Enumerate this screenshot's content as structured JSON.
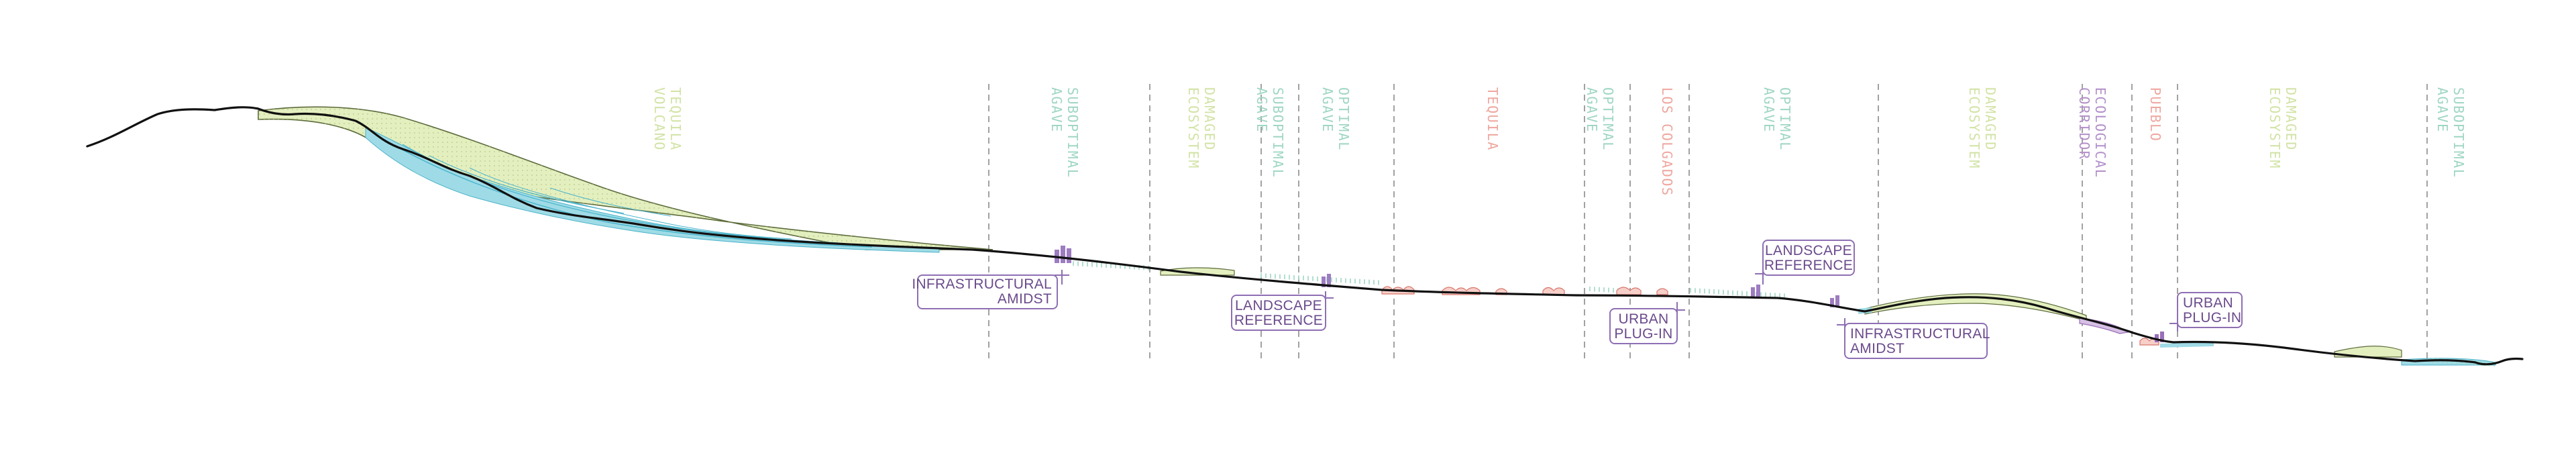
{
  "zones": [
    {
      "id": "tequila-volcano",
      "lines": [
        "TEQUILA",
        "VOLCANO"
      ],
      "type": "eco"
    },
    {
      "id": "suboptimal-agave-1",
      "lines": [
        "SUBOPTIMAL",
        "AGAVE"
      ],
      "type": "agave"
    },
    {
      "id": "damaged-ecosystem-1",
      "lines": [
        "DAMAGED",
        "ECOSYSTEM"
      ],
      "type": "eco"
    },
    {
      "id": "suboptimal-agave-2",
      "lines": [
        "SUBOPTIMAL",
        "AGAVE"
      ],
      "type": "agave"
    },
    {
      "id": "optimal-agave-1",
      "lines": [
        "OPTIMAL",
        "AGAVE"
      ],
      "type": "agave"
    },
    {
      "id": "tequila",
      "lines": [
        "TEQUILA"
      ],
      "type": "urban"
    },
    {
      "id": "optimal-agave-2",
      "lines": [
        "OPTIMAL",
        "AGAVE"
      ],
      "type": "agave"
    },
    {
      "id": "los-colgados",
      "lines": [
        "LOS COLGADOS"
      ],
      "type": "urban"
    },
    {
      "id": "optimal-agave-3",
      "lines": [
        "OPTIMAL",
        "AGAVE"
      ],
      "type": "agave"
    },
    {
      "id": "damaged-ecosystem-2",
      "lines": [
        "DAMAGED",
        "ECOSYSTEM"
      ],
      "type": "eco"
    },
    {
      "id": "ecological-corridor",
      "lines": [
        "ECOLOGICAL",
        "CORRIDOR"
      ],
      "type": "corridor"
    },
    {
      "id": "pueblo",
      "lines": [
        "PUEBLO"
      ],
      "type": "urban"
    },
    {
      "id": "damaged-ecosystem-3",
      "lines": [
        "DAMAGED",
        "ECOSYSTEM"
      ],
      "type": "eco"
    },
    {
      "id": "suboptimal-agave-3",
      "lines": [
        "SUBOPTIMAL",
        "AGAVE"
      ],
      "type": "agave"
    }
  ],
  "annotations": [
    {
      "id": "infrastructural-amidst-1",
      "lines": [
        "INFRASTRUCTURAL",
        "AMIDST"
      ]
    },
    {
      "id": "landscape-reference-1",
      "lines": [
        "LANDSCAPE",
        "REFERENCE"
      ]
    },
    {
      "id": "urban-plug-in-1",
      "lines": [
        "URBAN",
        "PLUG-IN"
      ]
    },
    {
      "id": "landscape-reference-2",
      "lines": [
        "LANDSCAPE",
        "REFERENCE"
      ]
    },
    {
      "id": "infrastructural-amidst-2",
      "lines": [
        "INFRASTRUCTURAL",
        "AMIDST"
      ]
    },
    {
      "id": "urban-plug-in-2",
      "lines": [
        "URBAN",
        "PLUG-IN"
      ]
    }
  ],
  "colors": {
    "agave": "#9fd6c4",
    "eco": "#d2e3a6",
    "urban": "#eea79f",
    "corridor": "#b390c9",
    "annotation": "#6a4a8c",
    "ground": "#111111",
    "water": "#5bc1d6",
    "vegetation": "#e4efbf"
  }
}
